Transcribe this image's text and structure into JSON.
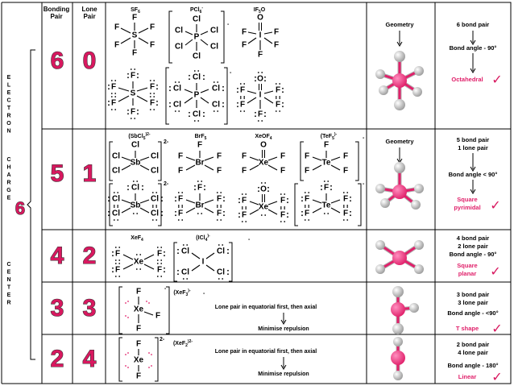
{
  "header": {
    "bonding_pair": "Bonding Pair",
    "lone_pair": "Lone Pair"
  },
  "side_label": {
    "electron": [
      "E",
      "L",
      "E",
      "C",
      "T",
      "R",
      "O",
      "N"
    ],
    "charge": [
      "C",
      "H",
      "A",
      "R",
      "G",
      "E"
    ],
    "center": [
      "C",
      "E",
      "N",
      "T",
      "E",
      "R"
    ],
    "six": "6"
  },
  "rows": [
    {
      "bonding": "6",
      "lone": "0",
      "species": [
        "SF6",
        "PCl6-",
        "IF5O"
      ],
      "species_display": [
        {
          "main": "SF",
          "sub": "6",
          "sup": ""
        },
        {
          "main": "PCl",
          "sub": "6",
          "sup": "-"
        },
        {
          "main": "IF",
          "sub": "5",
          "sup": "",
          "tail": "O"
        }
      ],
      "geometry_label": "Geometry",
      "info": [
        "6 bond pair",
        "Bond angle - 90°"
      ],
      "shape": "Octahedral"
    },
    {
      "bonding": "5",
      "lone": "1",
      "species_display": [
        {
          "main": "(SbCl",
          "sub": "5",
          "sup": ")2-"
        },
        {
          "main": "BrF",
          "sub": "5",
          "sup": ""
        },
        {
          "main": "XeOF",
          "sub": "4",
          "sup": ""
        },
        {
          "main": "(TeF",
          "sub": "5",
          "sup": ")-"
        }
      ],
      "geometry_label": "Geometry",
      "info": [
        "5 bond pair",
        "1 lone pair",
        "Bond angle < 90°"
      ],
      "shape": "Square pyrimidal"
    },
    {
      "bonding": "4",
      "lone": "2",
      "species_display": [
        {
          "main": "XeF",
          "sub": "4",
          "sup": ""
        },
        {
          "main": "(ICl",
          "sub": "4",
          "sup": ")-"
        }
      ],
      "info": [
        "4 bond pair",
        "2 lone pair",
        "Bond angle - 90°"
      ],
      "shape": "Square planar"
    },
    {
      "bonding": "3",
      "lone": "3",
      "species_display": [
        {
          "main": "(XeF",
          "sub": "3",
          "sup": ")-"
        }
      ],
      "note": "Lone pair in equatorial first, then axial",
      "note2": "Minimise repulsion",
      "info": [
        "3 bond pair",
        "3 lone pair",
        "Bond angle - <90°"
      ],
      "shape": "T shape"
    },
    {
      "bonding": "2",
      "lone": "4",
      "species_display": [
        {
          "main": "(XeF",
          "sub": "2",
          "sup": ")2-"
        }
      ],
      "note": "Lone pair in equatorial first, then axial",
      "note2": "Minimise repulsion",
      "info": [
        "2 bond pair",
        "4 lone pair",
        "Bond angle - 180°"
      ],
      "shape": "Linear"
    }
  ],
  "atoms": {
    "S": "S",
    "P": "P",
    "I": "I",
    "F": "F",
    "Cl": "Cl",
    "O": "O",
    "Sb": "Sb",
    "Br": "Br",
    "Xe": "Xe",
    "Te": "Te"
  },
  "charges": {
    "minus": "-",
    "two_minus": "2-"
  },
  "check_mark": "✓",
  "colors": {
    "accent": "#d8185f",
    "grid": "#000000",
    "atom_center": "#e0206a",
    "atom_outer": "#e8e8e8"
  }
}
